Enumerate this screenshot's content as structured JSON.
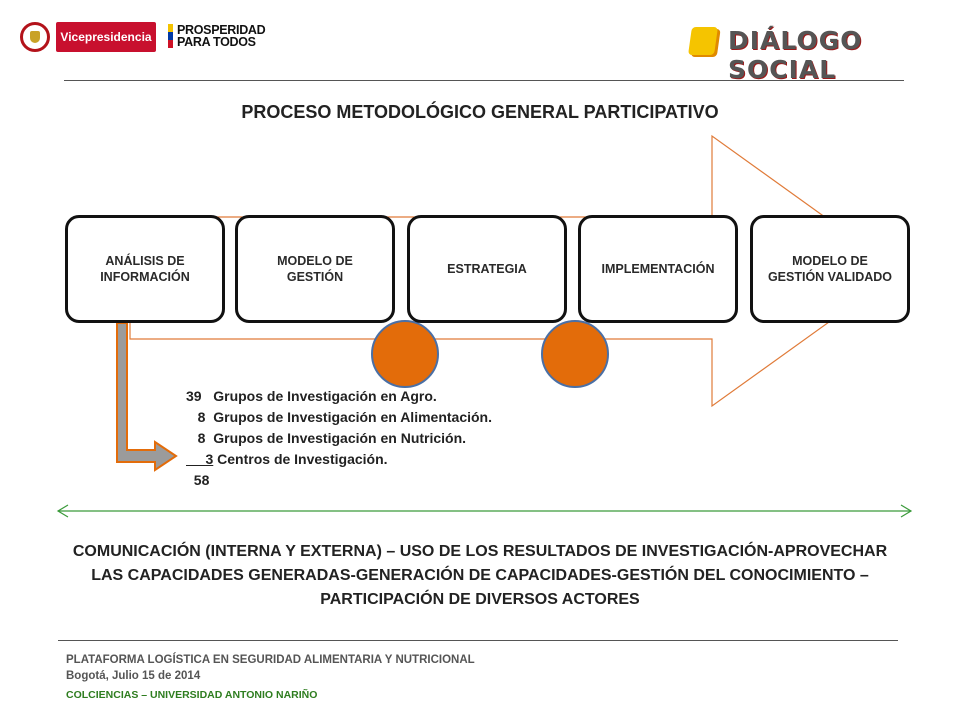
{
  "header": {
    "logo_vicepresidencia": "Vicepresidencia",
    "logo_prosperidad_line1": "PROSPERIDAD",
    "logo_prosperidad_line2": "PARA TODOS",
    "logo_dialogo": "DIÁLOGO SOCIAL"
  },
  "title": "PROCESO METODOLÓGICO GENERAL PARTICIPATIVO",
  "stages": [
    {
      "label": "ANÁLISIS DE INFORMACIÓN"
    },
    {
      "label": "MODELO DE GESTIÓN"
    },
    {
      "label": "ESTRATEGIA"
    },
    {
      "label": "IMPLEMENTACIÓN"
    },
    {
      "label": "MODELO DE GESTIÓN VALIDADO"
    }
  ],
  "stats": {
    "line1": "39   Grupos de Investigación en Agro.",
    "line2": "   8  Grupos de Investigación en Alimentación.",
    "line3": "   8  Grupos de Investigación en Nutrición.",
    "line4_prefix": " __",
    "line4_num": "3",
    "line4_rest": " Centros de Investigación.",
    "total": "  58"
  },
  "communication": "COMUNICACIÓN (INTERNA Y EXTERNA) – USO DE LOS RESULTADOS DE INVESTIGACIÓN-APROVECHAR LAS CAPACIDADES GENERADAS-GENERACIÓN  DE CAPACIDADES-GESTIÓN DEL CONOCIMIENTO  – PARTICIPACIÓN DE DIVERSOS ACTORES",
  "footer": {
    "line1": "PLATAFORMA LOGÍSTICA EN SEGURIDAD ALIMENTARIA Y NUTRICIONAL",
    "line2": "Bogotá, Julio 15  de 2014",
    "line3": "COLCIENCIAS – UNIVERSIDAD ANTONIO NARIÑO"
  },
  "colors": {
    "arrow_outline": "#e07b39",
    "circle_fill": "#e36c0a",
    "circle_stroke": "#4a6fa5",
    "connector_fill": "#9b9b9b",
    "connector_stroke": "#e36c0a",
    "double_arrow": "#3a9a3a"
  }
}
